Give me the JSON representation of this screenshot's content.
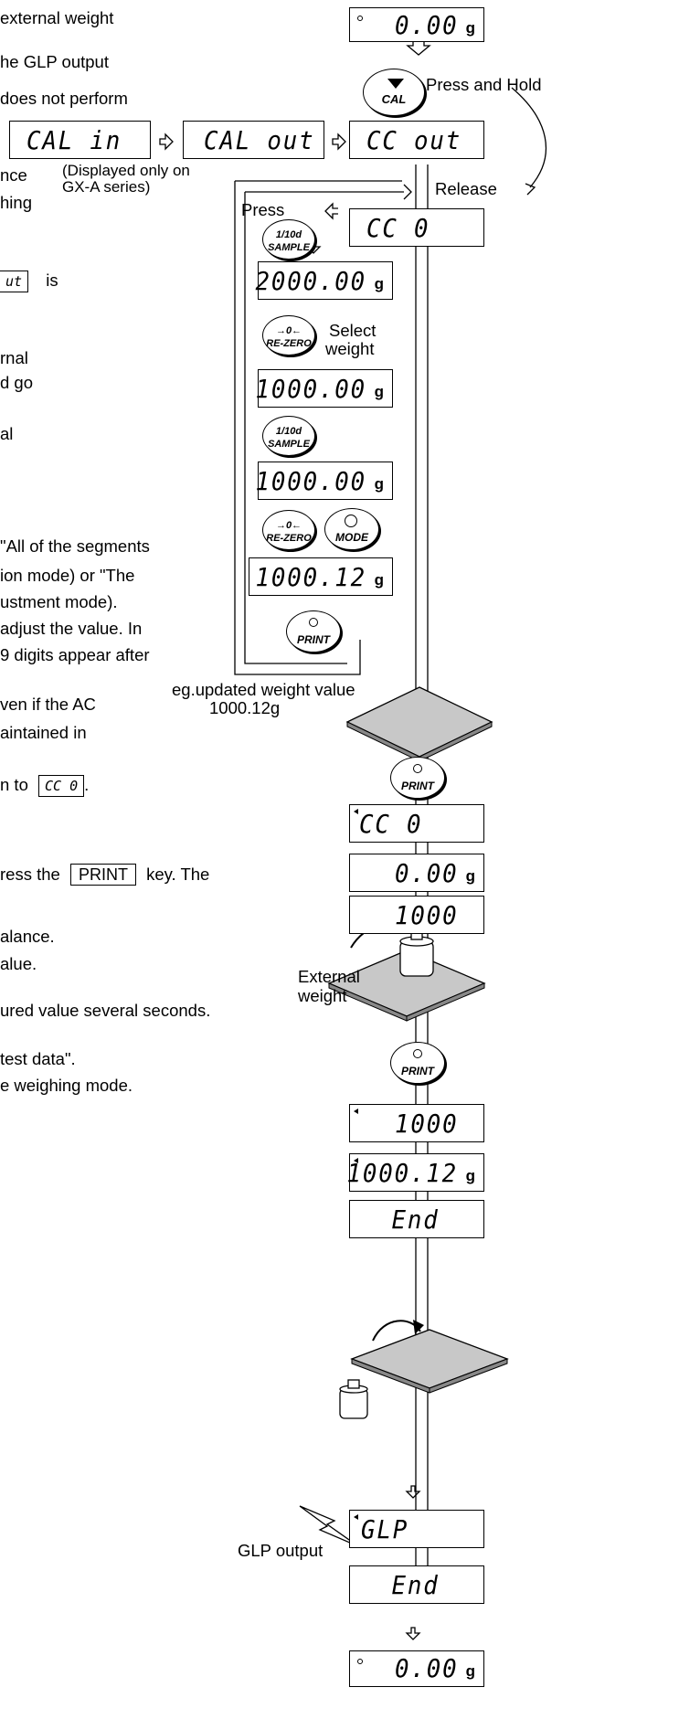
{
  "left_text": {
    "l1": "external weight",
    "l2": "he GLP output",
    "l3": "does not perform",
    "l4": "nce",
    "l5": "hing",
    "l6_box": "ut",
    "l6_suffix": "is",
    "l7": "rnal",
    "l8": "d go",
    "l9": "al",
    "l10": "\"All of the segments",
    "l11": "ion mode) or \"The",
    "l12": "ustment mode).",
    "l13": "adjust the value. In",
    "l14": "9 digits appear after",
    "l15": "ven if the AC",
    "l16": "aintained in",
    "l17_prefix": "n to",
    "l17_box": "CC  0",
    "l18_prefix": "ress the",
    "l18_key": "PRINT",
    "l18_suffix": "key. The",
    "l19": "alance.",
    "l20": "alue.",
    "l21": "ured value several seconds.",
    "l22": "test data\".",
    "l23": "e weighing mode."
  },
  "labels": {
    "press_and_hold": "Press and Hold",
    "displayed_only_1": "(Displayed only on",
    "displayed_only_2": "GX-A series)",
    "release": "Release",
    "press": "Press",
    "select": "Select",
    "weight": "weight",
    "eg1": "eg.updated weight value",
    "eg2": "1000.12g",
    "external": "External",
    "external_weight": "weight",
    "glp_output": "GLP output"
  },
  "keys": {
    "cal": "CAL",
    "sample_top": "1/10d",
    "sample": "SAMPLE",
    "rezero_top": "→0←",
    "rezero": "RE-ZERO",
    "mode": "MODE",
    "print": "PRINT"
  },
  "displays": {
    "d_top": "0.00",
    "cal_in": "CAL  in",
    "cal_out": "CAL  out",
    "cc_out": "CC  out",
    "cc0": "CC   0",
    "v2000": "2000.00",
    "v1000a": "1000.00",
    "v1000b": "1000.00",
    "v1000c": "1000.12",
    "cc0b": "CC    0",
    "d000": "0.00",
    "d1000a": "1000",
    "d1000b": "1000",
    "d100012": "1000.12",
    "end1": "End",
    "glp": "GLP",
    "end2": "End",
    "d_bottom": "0.00",
    "unit": "g"
  }
}
